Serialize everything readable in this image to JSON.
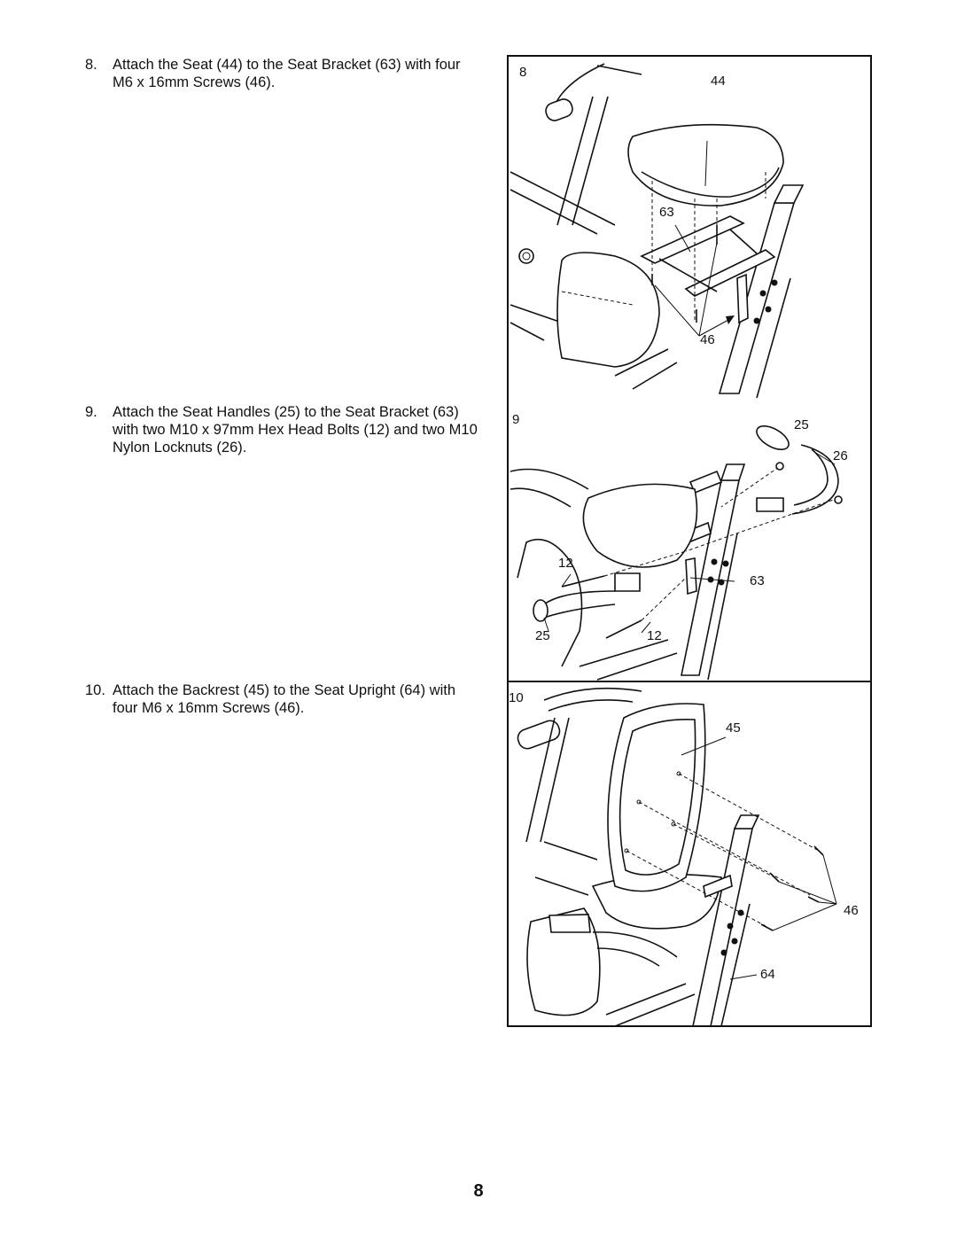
{
  "steps": [
    {
      "number": "8.",
      "text": "Attach the Seat (44) to the Seat Bracket (63) with four M6 x 16mm Screws (46)."
    },
    {
      "number": "9.",
      "text": "Attach the Seat Handles (25) to the Seat Bracket (63) with two M10 x 97mm Hex Head Bolts (12) and two M10 Nylon Locknuts (26)."
    },
    {
      "number": "10.",
      "text": "Attach the Backrest (45) to the Seat Upright (64) with four M6 x 16mm Screws (46)."
    }
  ],
  "figures": [
    {
      "step": "8",
      "callouts": {
        "seat": "44",
        "bracket": "63",
        "screws": "46"
      }
    },
    {
      "step": "9",
      "callouts": {
        "handle_top": "25",
        "locknuts": "26",
        "bolt_top": "12",
        "bracket": "63",
        "handle_bottom": "25",
        "bolt_bottom": "12"
      }
    },
    {
      "step": "10",
      "callouts": {
        "backrest": "45",
        "screws": "46",
        "upright": "64"
      }
    }
  ],
  "page_number": "8"
}
